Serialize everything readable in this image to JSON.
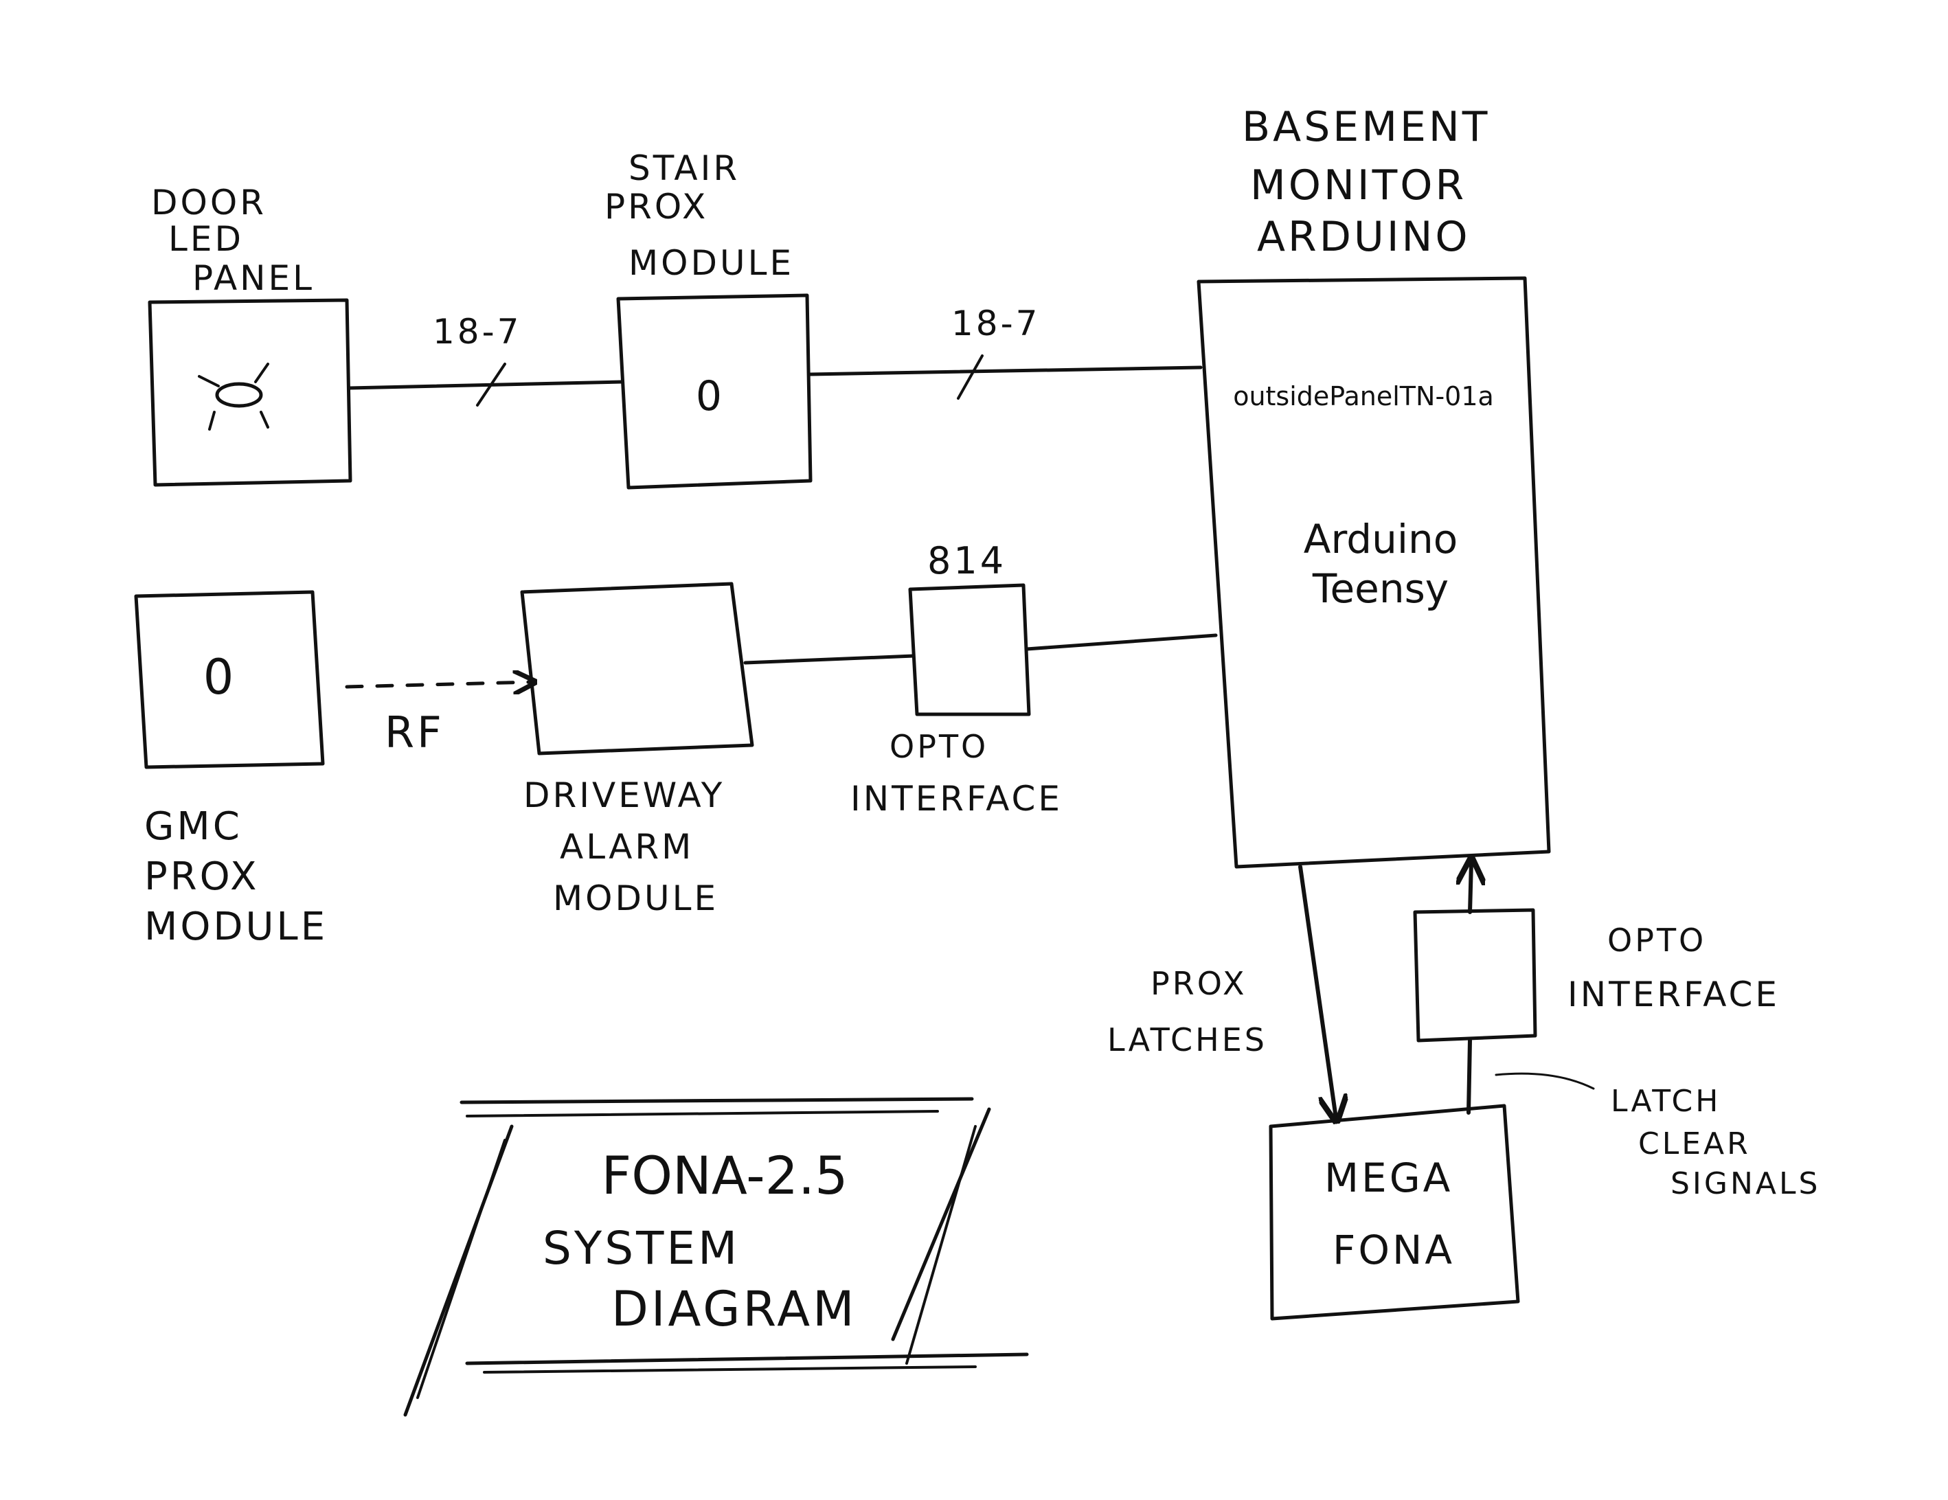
{
  "diagram": {
    "title": {
      "line1": "FONA-2.5",
      "line2": "SYSTEM",
      "line3": "DIAGRAM"
    },
    "blocks": {
      "door_panel": {
        "label_lines": [
          "DOOR",
          "LED",
          "PANEL"
        ]
      },
      "stair_prox": {
        "label_lines": [
          "STAIR",
          "PROX",
          "MODULE"
        ],
        "inner": "0"
      },
      "arduino": {
        "label_lines": [
          "BASEMENT",
          "MONITOR",
          "ARDUINO"
        ],
        "sketch_name": "outsidePanelTN-01a",
        "board_lines": [
          "Arduino",
          "Teensy"
        ]
      },
      "gmc_prox": {
        "label_lines": [
          "GMC",
          "PROX",
          "MODULE"
        ],
        "inner": "0"
      },
      "driveway_alarm": {
        "label_lines": [
          "DRIVEWAY",
          "ALARM",
          "MODULE"
        ]
      },
      "opto_mid": {
        "label_lines": [
          "OPTO",
          "INTERFACE"
        ],
        "top_label": "814"
      },
      "opto_right": {
        "label_lines": [
          "OPTO",
          "INTERFACE"
        ]
      },
      "mega_fona": {
        "label_lines": [
          "MEGA",
          "FONA"
        ]
      }
    },
    "connections": {
      "door_to_stair": "18-7",
      "stair_to_arduino": "18-7",
      "rf_link": "RF",
      "prox_latches": [
        "PROX",
        "LATCHES"
      ],
      "latch_clear": [
        "LATCH",
        "CLEAR",
        "SIGNALS"
      ]
    }
  }
}
